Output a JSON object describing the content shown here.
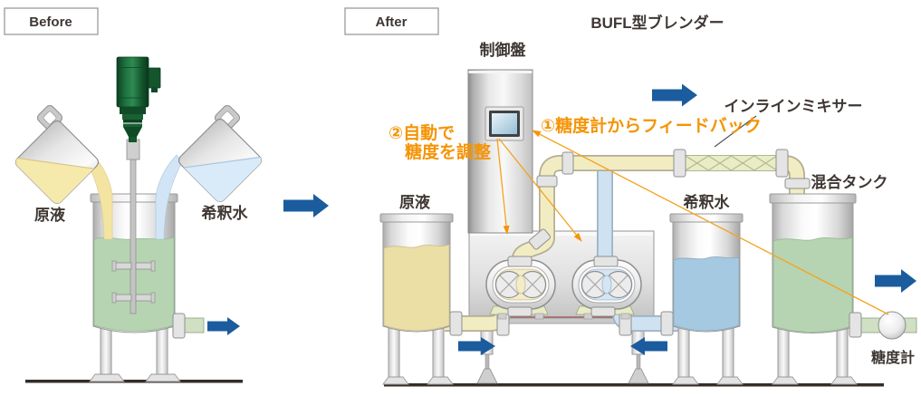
{
  "title": "BUFL型ブレンダー",
  "before": {
    "tag": "Before",
    "raw_label": "原液",
    "water_label": "希釈水"
  },
  "after": {
    "tag": "After",
    "control_panel": "制御盤",
    "raw_label": "原液",
    "water_label": "希釈水",
    "inline_mixer": "インラインミキサー",
    "mixing_tank": "混合タンク",
    "sugar_meter": "糖度計",
    "note_feedback": "①糖度計からフィードバック",
    "note_auto_line1": "②自動で",
    "note_auto_line2": "糖度を調整"
  },
  "colors": {
    "arrow_blue": "#1b5c9e",
    "annotation_orange": "#f59405",
    "text_dark": "#3f3733",
    "raw_liquid": "#ebdfa6",
    "dilution_water": "#a6c9e2",
    "mixed_liquid": "#b6d4b1",
    "motor_green": "#1d6f3d"
  }
}
